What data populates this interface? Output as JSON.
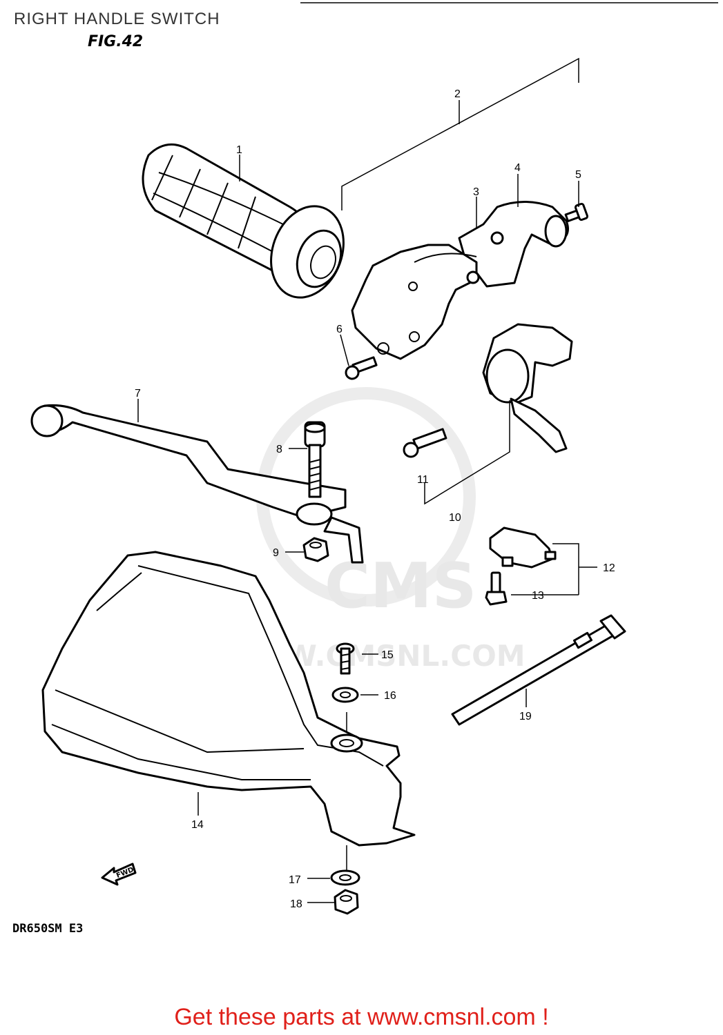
{
  "header": {
    "title": "RIGHT HANDLE SWITCH",
    "figure": "FIG.42"
  },
  "model_code": "DR650SM  E3",
  "watermark": {
    "brand": "CMS",
    "url": "WWW.CMSNL.COM"
  },
  "fwd_label": "FWD",
  "footer": "Get these parts at www.cmsnl.com !",
  "colors": {
    "footer": "#e0201a",
    "watermark": "#e8e8e8"
  },
  "callouts": [
    {
      "id": "c1",
      "text": "1"
    },
    {
      "id": "c2",
      "text": "2"
    },
    {
      "id": "c3",
      "text": "3"
    },
    {
      "id": "c4",
      "text": "4"
    },
    {
      "id": "c5",
      "text": "5"
    },
    {
      "id": "c6",
      "text": "6"
    },
    {
      "id": "c7",
      "text": "7"
    },
    {
      "id": "c8",
      "text": "8"
    },
    {
      "id": "c9",
      "text": "9"
    },
    {
      "id": "c10",
      "text": "10"
    },
    {
      "id": "c11",
      "text": "11"
    },
    {
      "id": "c12",
      "text": "12"
    },
    {
      "id": "c13",
      "text": "13"
    },
    {
      "id": "c14",
      "text": "14"
    },
    {
      "id": "c15",
      "text": "15"
    },
    {
      "id": "c16",
      "text": "16"
    },
    {
      "id": "c17",
      "text": "17"
    },
    {
      "id": "c18",
      "text": "18"
    },
    {
      "id": "c19",
      "text": "19"
    }
  ]
}
